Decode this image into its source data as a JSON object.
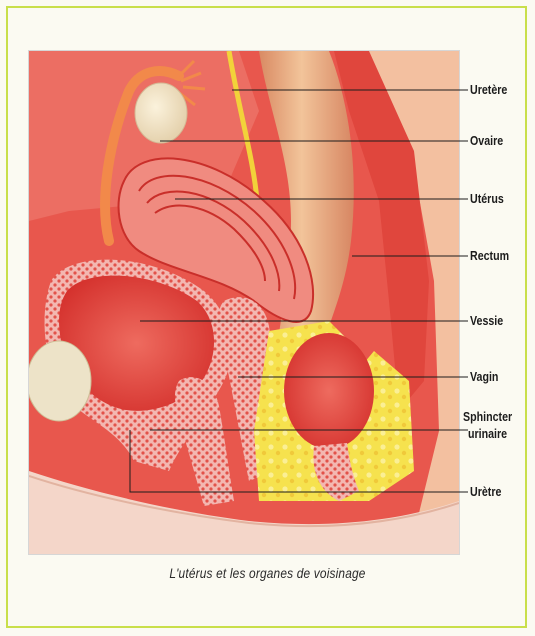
{
  "caption": "L'utérus et les organes de voisinage",
  "labels": {
    "uretere": "Uretère",
    "ovaire": "Ovaire",
    "uterus": "Utérus",
    "rectum": "Rectum",
    "vessie": "Vessie",
    "vagin": "Vagin",
    "sphincter_line1": "Sphincter",
    "sphincter_line2": "urinaire",
    "uretre": "Urètre"
  },
  "colors": {
    "frame_border": "#c9df4a",
    "tissue_red": "#e3483f",
    "tissue_pink": "#f2a3a0",
    "fat_yellow": "#f5e04a",
    "rectum_tan": "#eab48a",
    "leader_line": "#1c1c1c"
  }
}
